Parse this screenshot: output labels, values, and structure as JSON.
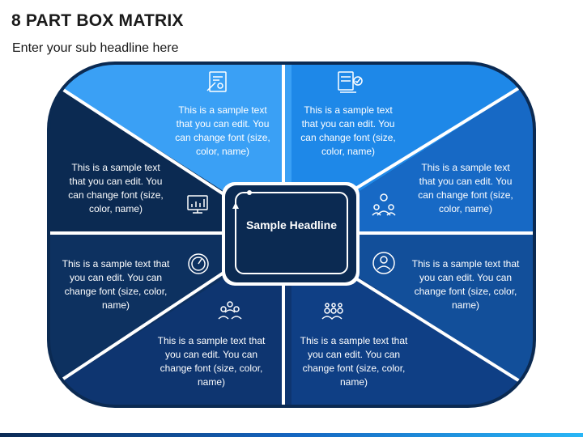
{
  "header": {
    "title": "8 PART BOX MATRIX",
    "subtitle": "Enter your sub headline here"
  },
  "center": {
    "headline": "Sample Headline"
  },
  "colors": {
    "top_left": "#3aa0f5",
    "top_right": "#1e88e8",
    "right_upper": "#1769c5",
    "right_lower": "#124f9a",
    "bottom_right": "#0f3f85",
    "bottom_left": "#0e3570",
    "left_lower": "#0d3160",
    "left_upper": "#0b2a52",
    "center_box": "#0b2a52",
    "outer_border": "#0b2a52"
  },
  "segments": {
    "top_left": {
      "text": "This is a sample text that you can edit. You can change font (size, color, name)",
      "icon": "certificate-icon"
    },
    "top_right": {
      "text": "This is a sample text that you can edit. You can change font (size, color, name)",
      "icon": "dashboard-checklist-icon"
    },
    "right_upper": {
      "text": "This is a sample text that you can edit. You can change font (size, color, name)",
      "icon": "team-network-icon"
    },
    "right_lower": {
      "text": "This is a sample text that you can edit. You can change font (size, color, name)",
      "icon": "user-profile-icon"
    },
    "bottom_right": {
      "text": "This is a sample text that you can edit. You can change font (size, color, name)",
      "icon": "team-rating-icon"
    },
    "bottom_left": {
      "text": "This is a sample text that you can edit. You can change font (size, color, name)",
      "icon": "team-group-icon"
    },
    "left_lower": {
      "text": "This is a sample text that you can edit. You can change font (size, color, name)",
      "icon": "speedometer-icon"
    },
    "left_upper": {
      "text": "This is a sample text that you can edit. You can change font (size, color, name)",
      "icon": "monitor-chart-icon"
    }
  }
}
